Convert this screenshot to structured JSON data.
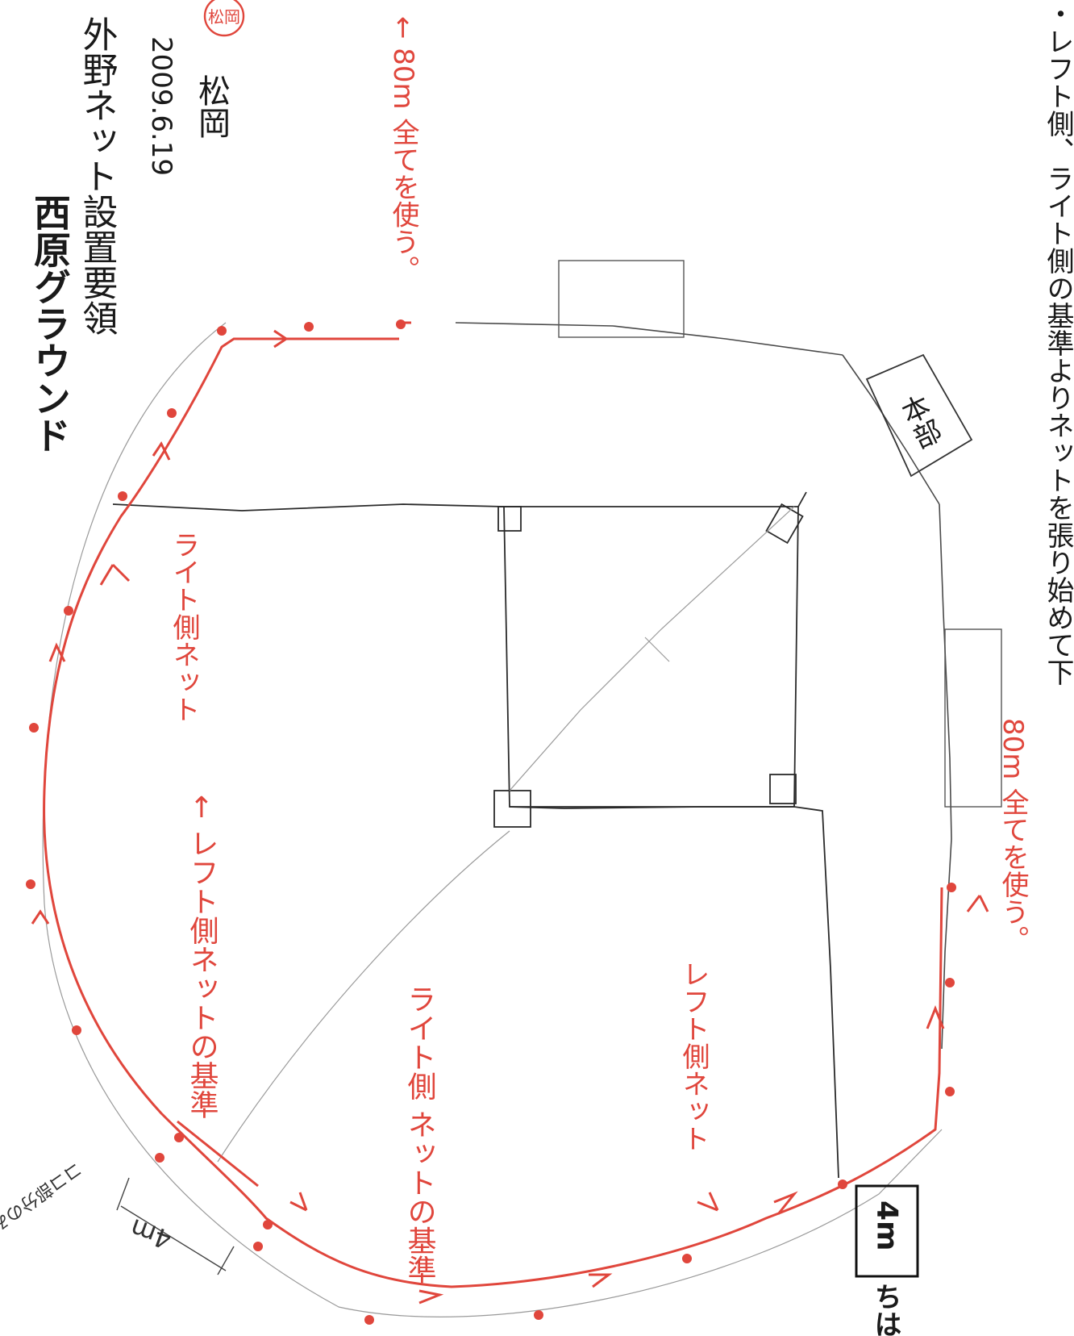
{
  "header": {
    "title": "西原グラウンド",
    "subtitle": "外野ネット設置要領",
    "date": "2009.6.19",
    "author": "松岡",
    "seal_text": "松岡"
  },
  "colors": {
    "net_line": "#e0463c",
    "pencil": "#3a3a3a",
    "pencil_light": "#9a9a9a"
  },
  "annotations": {
    "top_80m": "← 80m 全てを使う。",
    "bottom_80m": "80m 全てを使う。",
    "right_net": "ライト側ネット",
    "left_net_ref": "← レフト側ネットの基準",
    "right_net_ref": "ライト側 ネットの基準",
    "left_net": "レフト側ネット",
    "home": "本部",
    "overlap_4m": "4m",
    "overlap_note": "ココ部分のみ重ねる",
    "footnote": "・レフト側、ライト側の基準よりネットを張り始めて下",
    "bottom_boxed": "4m",
    "bottom_text": "ちは"
  }
}
